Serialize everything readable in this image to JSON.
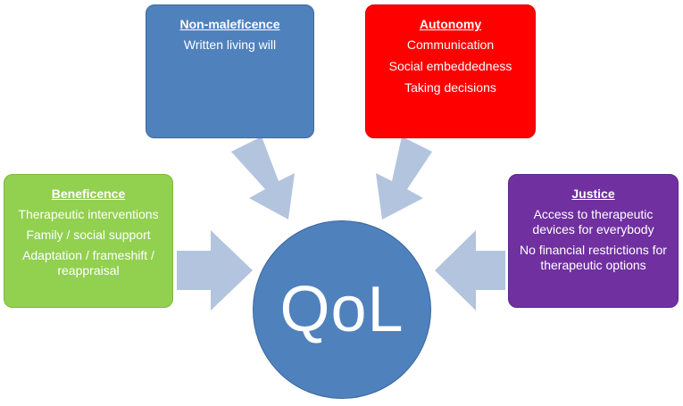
{
  "boxes": {
    "non_maleficence": {
      "title": "Non-maleficence",
      "lines": [
        "Written living will"
      ],
      "color": "#4f81bd"
    },
    "autonomy": {
      "title": "Autonomy",
      "lines": [
        "Communication",
        "Social embeddedness",
        "Taking decisions"
      ],
      "color": "#ff0000"
    },
    "beneficence": {
      "title": "Beneficence",
      "lines": [
        "Therapeutic interventions",
        "Family / social support",
        "Adaptation / frameshift /",
        "reappraisal"
      ],
      "color": "#92d050"
    },
    "justice": {
      "title": "Justice",
      "lines": [
        "Access to therapeutic",
        "devices for everybody",
        "No financial restrictions for",
        "therapeutic options"
      ],
      "color": "#7030a0"
    }
  },
  "center": {
    "label": "QoL",
    "color": "#4f81bd"
  },
  "arrow_color": "#b3c4de"
}
